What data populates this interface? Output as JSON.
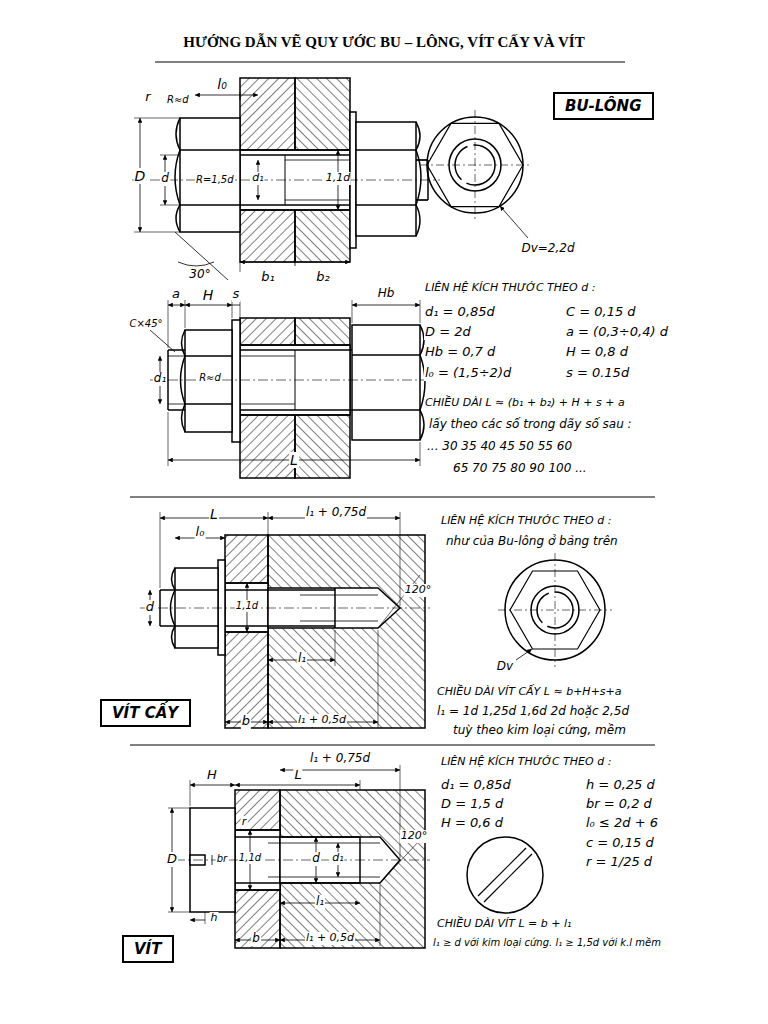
{
  "diagram": {
    "title": "HƯỚNG DẪN VẼ QUY ƯỚC BU – LÔNG, VÍT CẤY VÀ VÍT",
    "nodes": [
      {
        "text": [
          "BU-LÔNG"
        ]
      },
      {
        "text": [
          "VÍT CẤY"
        ]
      },
      {
        "text": [
          "VÍT"
        ]
      }
    ],
    "labels": [
      "l₀",
      "r",
      "R≈d",
      "D",
      "d",
      "R=1,5d",
      "d₁",
      "1,1d",
      "30°",
      "b₁",
      "b₂",
      "a",
      "H",
      "s",
      "Hb",
      "C×45°",
      "R≈d",
      "d₁",
      "L",
      "Dv=2,2d",
      "LIÊN HỆ KÍCH THƯỚC THEO d :",
      "d₁ = 0,85d",
      "C = 0,15 d",
      "D = 2d",
      "a = (0,3÷0,4) d",
      "Hb = 0,7 d",
      "H = 0,8 d",
      "l₀ = (1,5÷2)d",
      "s = 0.15d",
      "CHIỀU DÀI L ≈ (b₁ + b₂) + H + s + a",
      "lấy theo các số trong dãy số sau :",
      "... 30 35 40 45 50 55 60",
      "65 70 75 80 90 100 ...",
      "L",
      "l₀",
      "l₁ + 0,75d",
      "d",
      "1,1d",
      "120°",
      "l₁",
      "b",
      "l₁ + 0,5d",
      "Dv",
      "LIÊN HỆ KÍCH THƯỚC THEO d :",
      "như của Bu-lông ở bảng trên",
      "CHIỀU DÀI VÍT CẤY L ≈ b+H+s+a",
      "l₁ = 1d 1,25d 1,6d 2d hoặc 2,5d",
      "tuỳ theo kim loại cứng, mềm",
      "H",
      "L",
      "l₁ + 0,75d",
      "D",
      "br",
      "h",
      "1,1d",
      "d",
      "d₁",
      "r",
      "l₁",
      "b",
      "l₁ + 0,5d",
      "120°",
      "LIÊN HỆ KÍCH THƯỚC THEO d :",
      "d₁ = 0,85d",
      "h = 0,25 d",
      "D = 1,5 d",
      "br = 0,2 d",
      "H = 0,6 d",
      "l₀ ≤ 2d + 6",
      "c = 0,15 d",
      "r = 1/25 d",
      "CHIỀU DÀI VÍT L = b + l₁",
      "l₁ ≥ d với kim loại cứng. l₁ ≥ 1,5d với k.l mềm"
    ]
  }
}
